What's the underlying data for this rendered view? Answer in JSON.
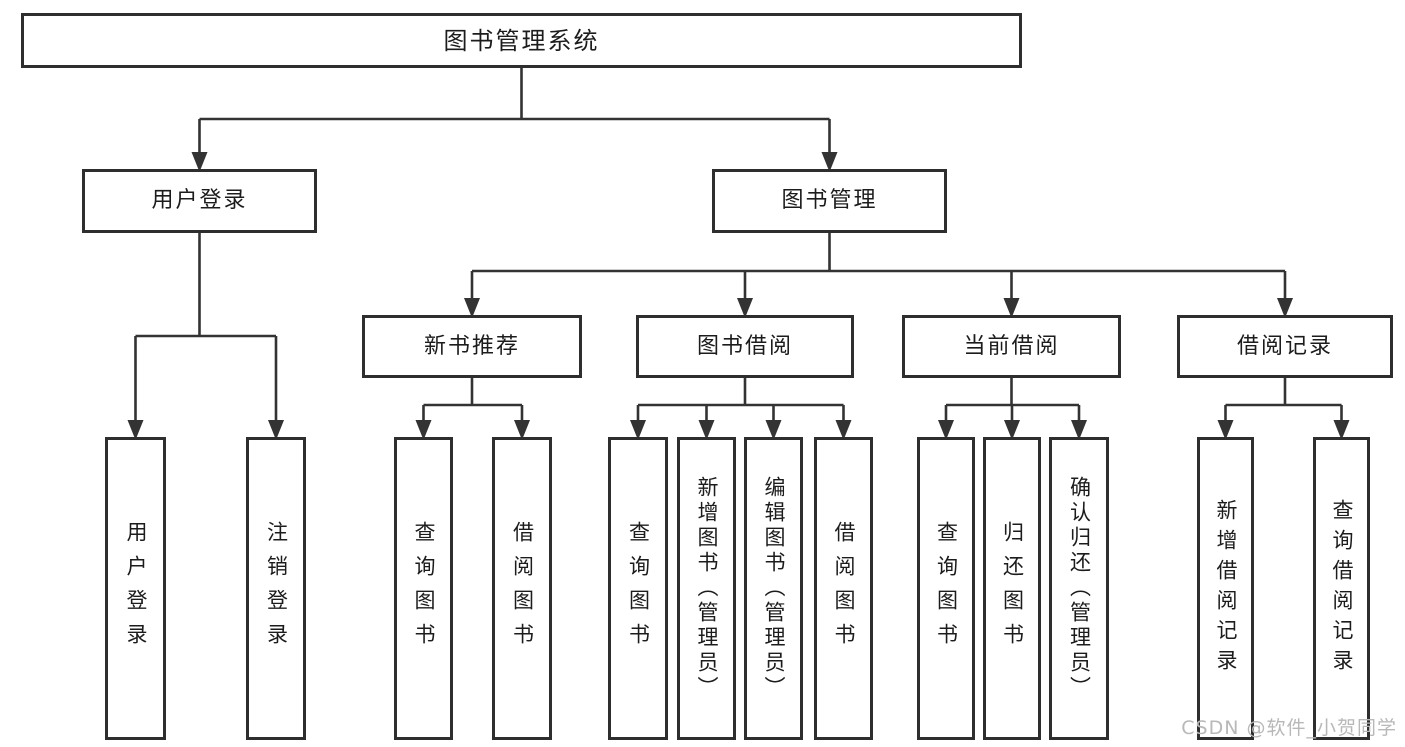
{
  "diagram": {
    "root": {
      "label": "图书管理系统",
      "children": [
        {
          "label": "用户登录",
          "children": [
            {
              "label": "用户登录"
            },
            {
              "label": "注销登录"
            }
          ]
        },
        {
          "label": "图书管理",
          "children": [
            {
              "label": "新书推荐",
              "children": [
                {
                  "label": "查询图书"
                },
                {
                  "label": "借阅图书"
                }
              ]
            },
            {
              "label": "图书借阅",
              "children": [
                {
                  "label": "查询图书"
                },
                {
                  "label": "新增图书（管理员）"
                },
                {
                  "label": "编辑图书（管理员）"
                },
                {
                  "label": "借阅图书"
                }
              ]
            },
            {
              "label": "当前借阅",
              "children": [
                {
                  "label": "查询图书"
                },
                {
                  "label": "归还图书"
                },
                {
                  "label": "确认归还（管理员）"
                }
              ]
            },
            {
              "label": "借阅记录",
              "children": [
                {
                  "label": "新增借阅记录"
                },
                {
                  "label": "查询借阅记录"
                }
              ]
            }
          ]
        }
      ]
    }
  },
  "watermark": {
    "text": "CSDN @软件_小贺同学"
  },
  "colors": {
    "line": "#333333",
    "box_border": "#2e2e2e",
    "text": "#1c1c1c",
    "watermark": "#b8b8b8",
    "background": "#ffffff"
  }
}
